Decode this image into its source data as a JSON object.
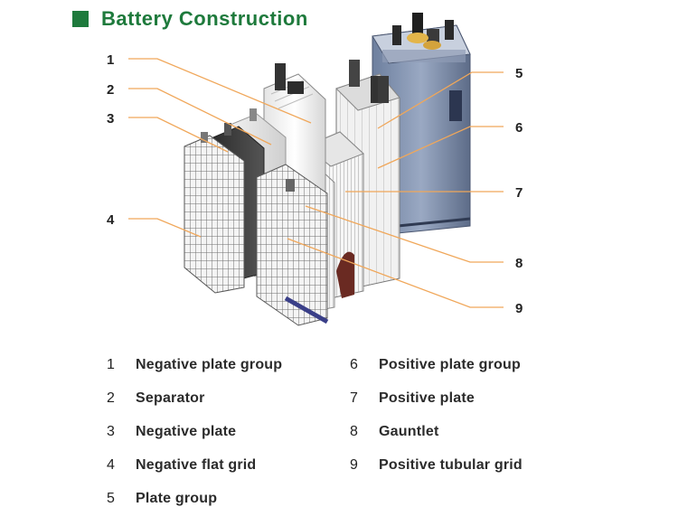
{
  "title": "Battery Construction",
  "colors": {
    "accent": "#1e7a3c",
    "leader": "#f0a75a"
  },
  "callouts": [
    "1",
    "2",
    "3",
    "4",
    "5",
    "6",
    "7",
    "8",
    "9"
  ],
  "legend": [
    {
      "num": "1",
      "label": "Negative plate group"
    },
    {
      "num": "2",
      "label": "Separator"
    },
    {
      "num": "3",
      "label": "Negative plate"
    },
    {
      "num": "4",
      "label": "Negative flat grid"
    },
    {
      "num": "5",
      "label": "Plate group"
    },
    {
      "num": "6",
      "label": "Positive plate group"
    },
    {
      "num": "7",
      "label": "Positive plate"
    },
    {
      "num": "8",
      "label": "Gauntlet"
    },
    {
      "num": "9",
      "label": "Positive tubular grid"
    }
  ]
}
